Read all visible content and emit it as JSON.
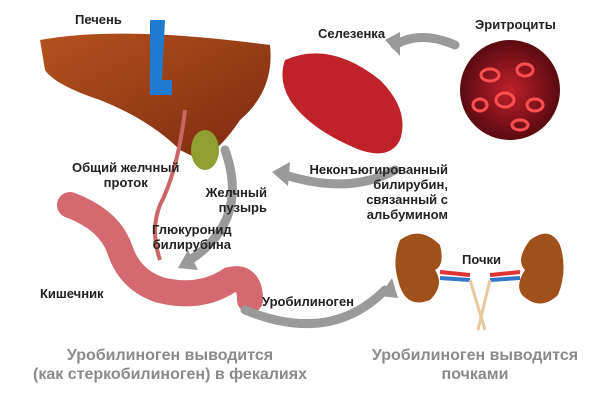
{
  "labels": {
    "liver": "Печень",
    "spleen": "Селезенка",
    "erythrocytes": "Эритроциты",
    "common_bile_duct_1": "Общий желчный",
    "common_bile_duct_2": "проток",
    "unconjugated_1": "Неконъюгированный",
    "unconjugated_2": "билирубин,",
    "unconjugated_3": "связанный с",
    "unconjugated_4": "альбумином",
    "gallbladder_1": "Желчный",
    "gallbladder_2": "пузырь",
    "glucuronide_1": "Глюкуронид",
    "glucuronide_2": "билирубина",
    "intestine": "Кишечник",
    "urobilinogen": "Уробилиноген",
    "kidneys": "Почки"
  },
  "captions": {
    "feces_1": "Уробилиноген выводится",
    "feces_2": "(как стеркобилиноген) в фекалиях",
    "kidney_1": "Уробилиноген выводится",
    "kidney_2": "почками"
  }
}
